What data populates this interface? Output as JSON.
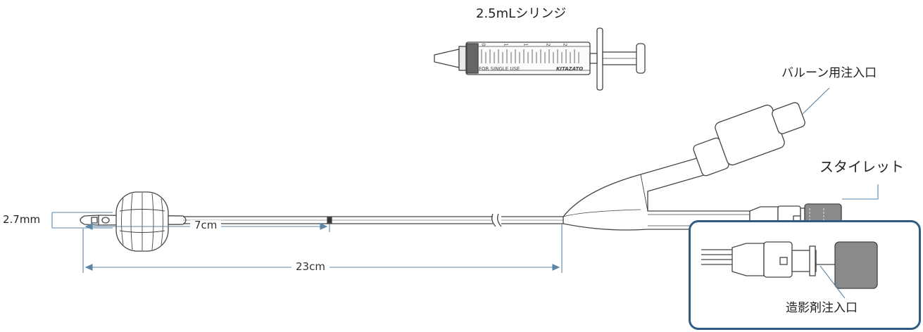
{
  "labels": {
    "syringe": "2.5mLシリンジ",
    "balloon_port": "バルーン用注入口",
    "stylet": "スタイレット",
    "contrast_port": "造影剤注入口"
  },
  "dimensions": {
    "tip_diameter": "2.7mm",
    "balloon_distance": "7cm",
    "total_length": "23cm"
  },
  "syringe_print": {
    "text": "FOR SINGLE USE",
    "brand": "KITAZATO",
    "scale": [
      "0",
      "1",
      "1",
      "2",
      "2"
    ]
  },
  "colors": {
    "leader": "#5b86a8",
    "outline": "#444444",
    "frame": "#2e5c85",
    "hub_fill": "#8a8a8a"
  }
}
